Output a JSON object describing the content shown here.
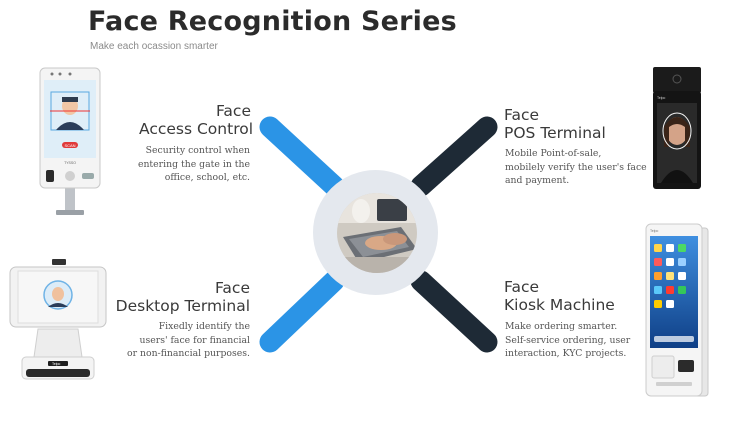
{
  "header": {
    "title": "Face Recognition Series",
    "subtitle": "Make each ocassion smarter"
  },
  "products": [
    {
      "id": "access-control",
      "heading_line1": "Face",
      "heading_line2": "Access Control",
      "description": [
        "Security control when",
        "entering the gate in the",
        "office, school, etc."
      ],
      "screen_label": "SCAN",
      "brand_label": "TYSSO"
    },
    {
      "id": "pos-terminal",
      "heading_line1": "Face",
      "heading_line2": "POS Terminal",
      "description": [
        "Mobile Point-of-sale,",
        "mobilely verify the user's face",
        "and payment."
      ],
      "brand_label": "Telpo"
    },
    {
      "id": "desktop-terminal",
      "heading_line1": "Face",
      "heading_line2": "Desktop Terminal",
      "description": [
        "Fixedly identify the",
        "users' face for financial",
        "or non-financial purposes."
      ],
      "brand_label": "Telpo"
    },
    {
      "id": "kiosk-machine",
      "heading_line1": "Face",
      "heading_line2": "Kiosk Machine",
      "description": [
        "Make ordering smarter.",
        "Self-service ordering, user",
        "interaction, KYC projects."
      ],
      "brand_label": "Telpo"
    }
  ],
  "colors": {
    "accent_blue": "#2b94e6",
    "accent_dark": "#1e2a36",
    "hub": "#e4e8ee"
  }
}
